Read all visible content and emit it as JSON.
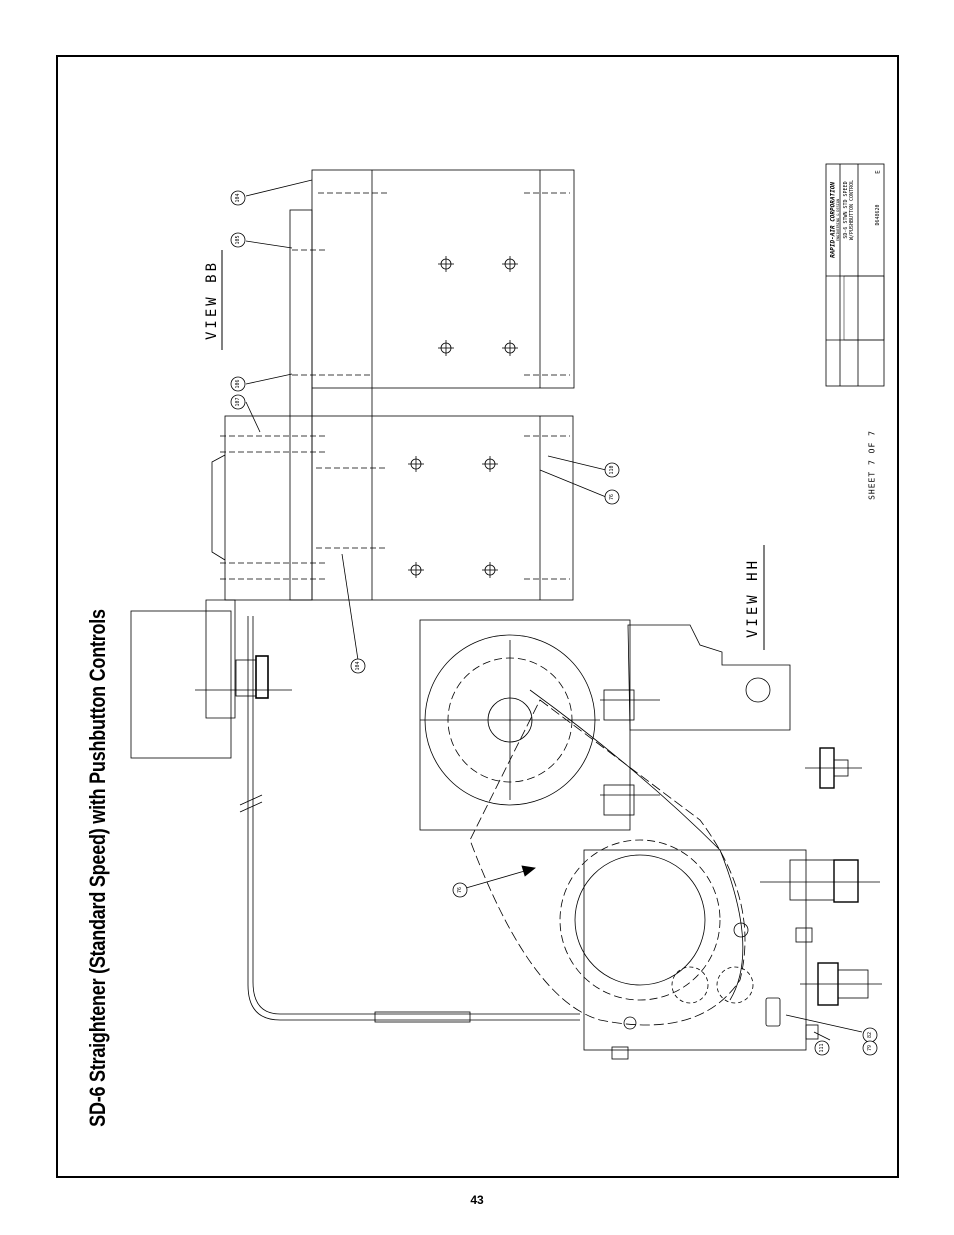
{
  "page_title": "SD-6 Straightener (Standard Speed) with Pushbutton Controls",
  "page_number": "43",
  "views": {
    "view_bb": "VIEW BB",
    "view_hh": "VIEW HH"
  },
  "sheet_label": "SHEET 7 OF 7",
  "title_block": {
    "company": "RAPID-AIR CORPORATION",
    "subtitle": "ENGINEERING & DESIGN",
    "description_line1": "SD-6 STWN STD SPEED",
    "description_line2": "W/PUSHBUTTON CONTROL",
    "drawing_no": "D648620",
    "rev": "E"
  },
  "balloons": [
    "104",
    "105",
    "106",
    "107",
    "110",
    "76",
    "104",
    "76",
    "79",
    "82",
    "111"
  ]
}
